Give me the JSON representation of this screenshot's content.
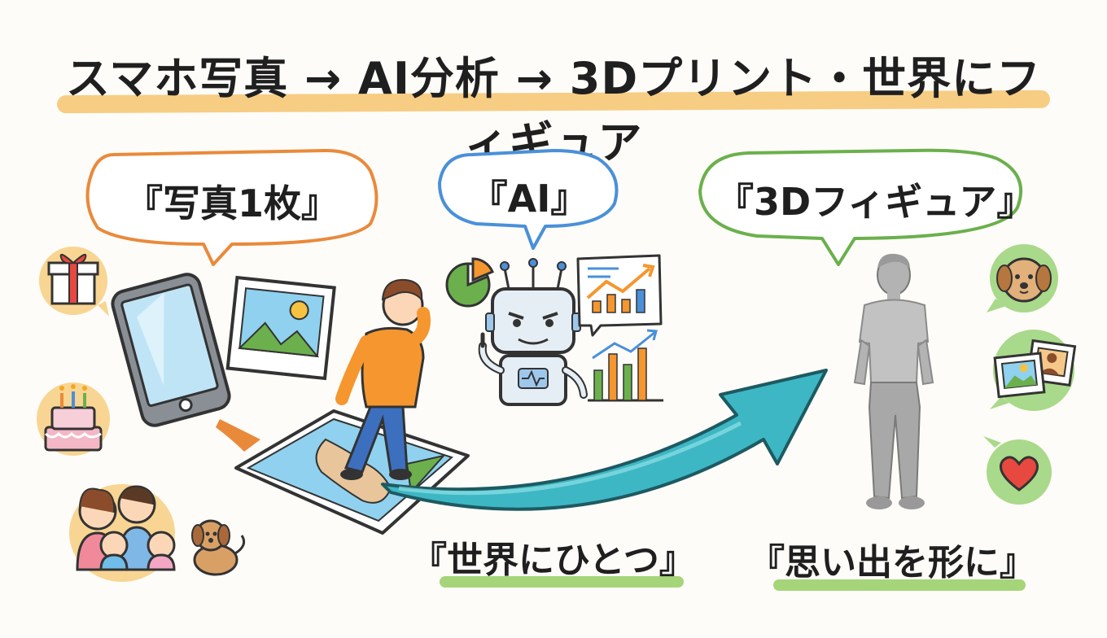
{
  "title": "スマホ写真 → AI分析 → 3Dプリント・世界にフィギュア",
  "bubbles": {
    "photo": {
      "label": "『写真1枚』",
      "color": "#e98a3b"
    },
    "ai": {
      "label": "『AI』",
      "color": "#4a90d9"
    },
    "figure": {
      "label": "『3Dフィギュア』",
      "color": "#6bb04c"
    }
  },
  "captions": {
    "unique": "『世界にひとつ』",
    "memories": "『思い出を形に』"
  },
  "colors": {
    "arrow": "#3db7c4",
    "highlight_orange": "#f6c46e",
    "highlight_green": "#9cd06a"
  },
  "icons": [
    "gift-icon",
    "birthday-cake-icon",
    "family-icon",
    "smartphone-icon",
    "photo-icon",
    "person-icon",
    "robot-icon",
    "pie-chart-icon",
    "line-chart-icon",
    "bar-chart-icon",
    "arrow-icon",
    "figure-icon",
    "dog-icon",
    "photos-icon",
    "heart-icon"
  ]
}
